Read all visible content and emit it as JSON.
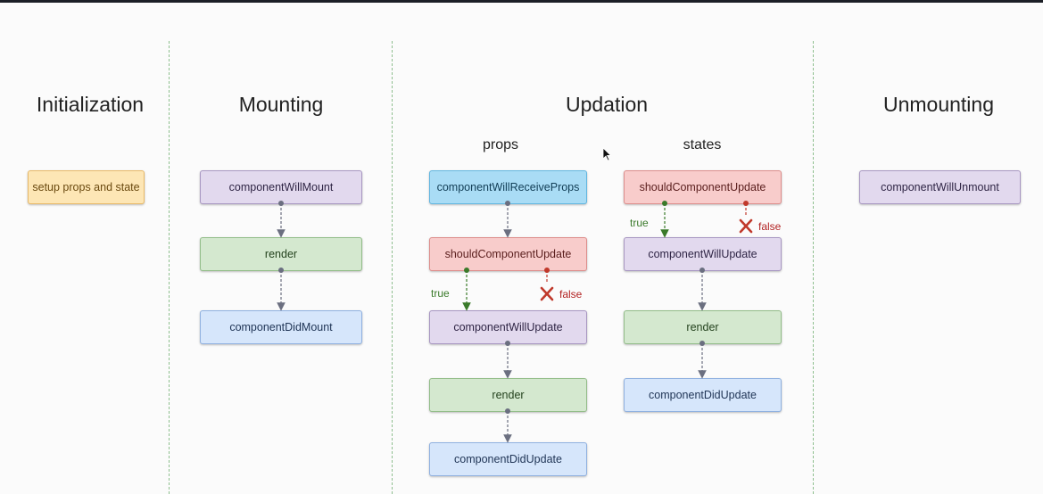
{
  "phases": {
    "initialization": "Initialization",
    "mounting": "Mounting",
    "updation": "Updation",
    "unmounting": "Unmounting"
  },
  "updation_sub": {
    "props": "props",
    "states": "states"
  },
  "initialization_box": "setup props and state",
  "mounting_boxes": {
    "will_mount": "componentWillMount",
    "render": "render",
    "did_mount": "componentDidMount"
  },
  "props_boxes": {
    "will_receive_props": "componentWillReceiveProps",
    "should_update": "shouldComponentUpdate",
    "will_update": "componentWillUpdate",
    "render": "render",
    "did_update": "componentDidUpdate"
  },
  "states_boxes": {
    "should_update": "shouldComponentUpdate",
    "will_update": "componentWillUpdate",
    "render": "render",
    "did_update": "componentDidUpdate"
  },
  "unmounting_box": "componentWillUnmount",
  "branch_labels": {
    "true_label": "true",
    "false_label": "false"
  },
  "colors": {
    "orange": "#fde6b5",
    "purple": "#e2d9ee",
    "green": "#d4e8cf",
    "blue": "#d6e6fb",
    "cyan": "#a9dcf5",
    "red": "#f8cccb",
    "divider": "#8fbf8f",
    "true_arrow": "#3a7a2a",
    "false_mark": "#c0392b"
  }
}
